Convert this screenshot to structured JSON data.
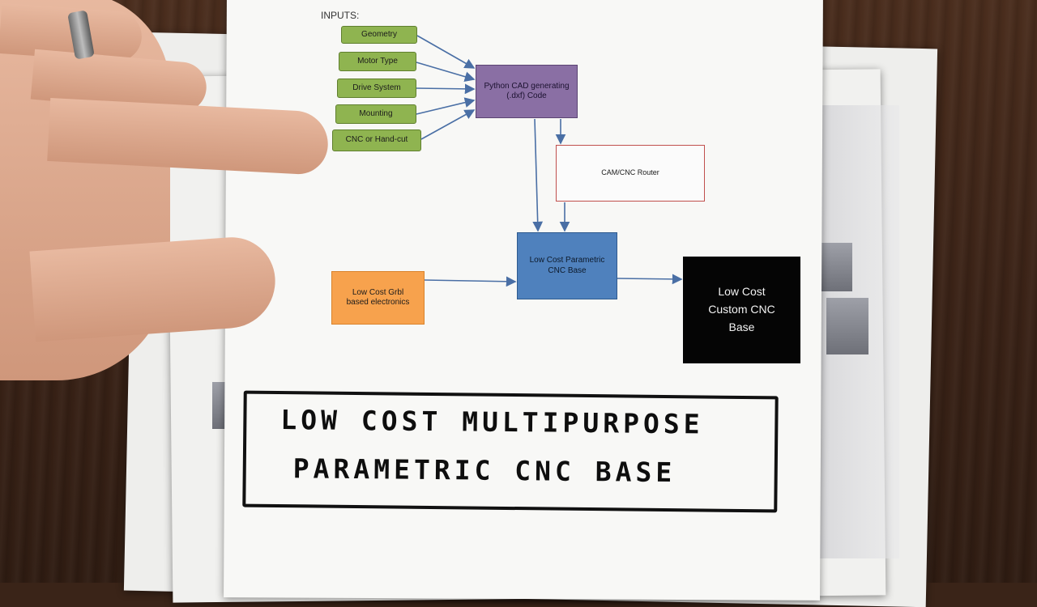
{
  "diagram": {
    "inputs_label": "INPUTS:",
    "inputs": [
      "Geometry",
      "Motor Type",
      "Drive System",
      "Mounting",
      "CNC or Hand-cut"
    ],
    "python_box": "Python CAD generating (.dxf) Code",
    "cam_box": "CAM/CNC Router",
    "cnc_base_box": "Low Cost Parametric CNC Base",
    "grbl_box": "Low Cost Grbl based electronics",
    "final_box": "Low Cost Custom CNC Base"
  },
  "handwritten_title": {
    "line1": "LOW COST   MULTIPURPOSE",
    "line2": "PARAMETRIC   CNC   BASE"
  },
  "colors": {
    "input_green": "#8fb450",
    "python_purple": "#8a6fa4",
    "cam_red_border": "#c0504d",
    "cnc_blue": "#4f81bd",
    "grbl_orange": "#f7a24d",
    "final_black": "#050505",
    "arrow_blue": "#4a6fa5"
  }
}
